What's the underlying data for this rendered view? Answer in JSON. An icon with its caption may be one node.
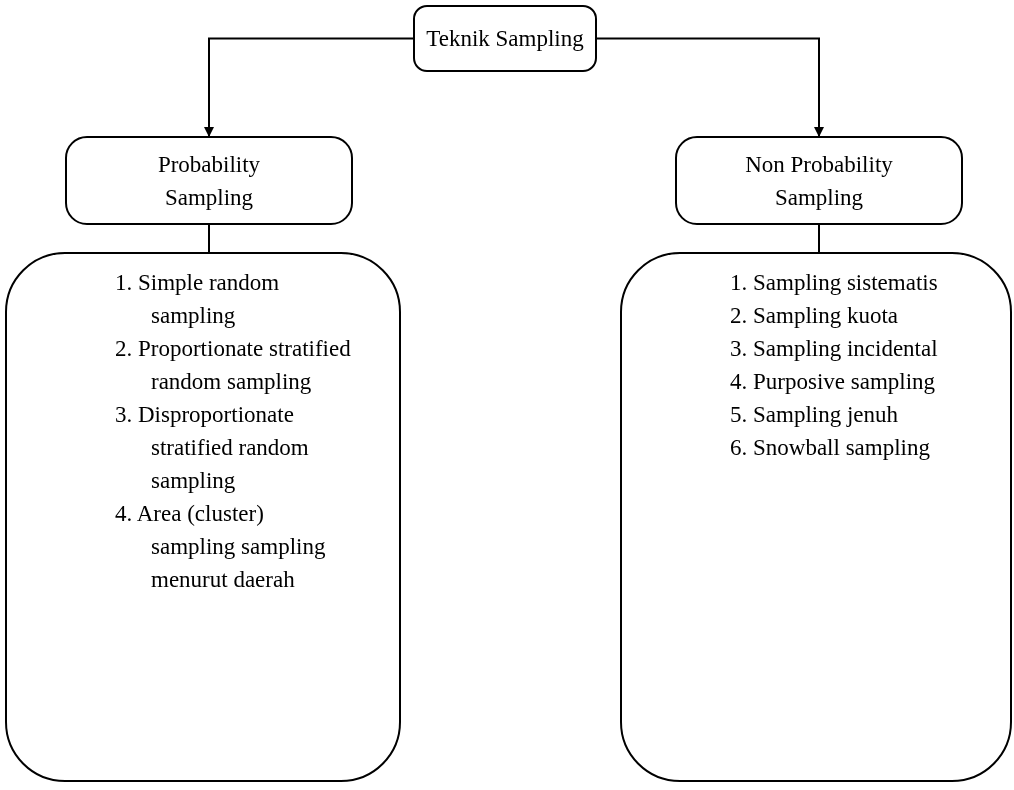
{
  "diagram": {
    "nodes": [
      {
        "text": [
          "Teknik Sampling"
        ]
      },
      {
        "text": [
          "Probability Sampling"
        ]
      },
      {
        "text": [
          "Non Probability Sampling"
        ]
      },
      {
        "text": [
          "1. Simple random sampling",
          "2. Proportionate stratified random sampling",
          "3. Disproportionate stratified random sampling",
          "4. Area (cluster) sampling sampling menurut daerah"
        ]
      },
      {
        "text": [
          "1. Sampling sistematis",
          "2. Sampling kuota",
          "3. Sampling incidental",
          "4. Purposive sampling",
          "5. Sampling jenuh",
          "6. Snowball sampling"
        ]
      }
    ],
    "edges": [
      {
        "from": 0,
        "to": 1,
        "arrow": "to"
      },
      {
        "from": 0,
        "to": 2,
        "arrow": "to"
      },
      {
        "from": 1,
        "to": 3,
        "arrow": "none"
      },
      {
        "from": 2,
        "to": 4,
        "arrow": "none"
      }
    ]
  }
}
